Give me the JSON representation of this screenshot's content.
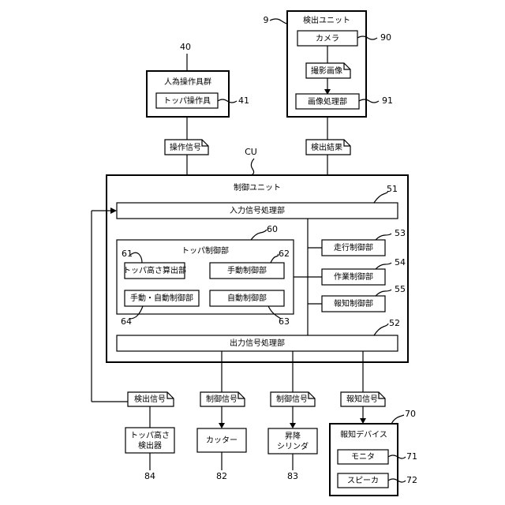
{
  "human_tools": {
    "number": "40",
    "title": "人為操作具群",
    "tool": "トッパ操作具",
    "tool_number": "41"
  },
  "detection_unit": {
    "number": "9",
    "title": "検出ユニット",
    "camera": "カメラ",
    "camera_number": "90",
    "image": "撮影画像",
    "image_proc": "画像処理部",
    "image_proc_number": "91"
  },
  "signals": {
    "operation_signal": "操作信号",
    "detection_result": "検出結果"
  },
  "control_unit": {
    "cu_label": "CU",
    "title": "制御ユニット",
    "input_proc": "入力信号処理部",
    "input_proc_number": "51",
    "output_proc": "出力信号処理部",
    "output_proc_number": "52",
    "topper_group": "トッパ制御部",
    "topper_group_number": "60",
    "height_calc": "トッパ高さ算出部",
    "height_calc_number": "61",
    "manual_ctrl": "手動制御部",
    "manual_ctrl_number": "62",
    "auto_ctrl": "自動制御部",
    "auto_ctrl_number": "63",
    "manual_auto_ctrl": "手動・自動制御部",
    "manual_auto_ctrl_number": "64",
    "travel_ctrl": "走行制御部",
    "travel_ctrl_number": "53",
    "work_ctrl": "作業制御部",
    "work_ctrl_number": "54",
    "notify_ctrl": "報知制御部",
    "notify_ctrl_number": "55"
  },
  "outputs": {
    "detect_signal": "検出信号",
    "control_signal_1": "制御信号",
    "control_signal_2": "制御信号",
    "notify_signal": "報知信号",
    "sensor_line1": "トッパ高さ",
    "sensor_line2": "検出器",
    "sensor_number": "84",
    "cutter": "カッター",
    "cutter_number": "82",
    "cylinder_line1": "昇降",
    "cylinder_line2": "シリンダ",
    "cylinder_number": "83",
    "notify_device": "報知デバイス",
    "notify_device_number": "70",
    "monitor": "モニタ",
    "monitor_number": "71",
    "speaker": "スピーカ",
    "speaker_number": "72"
  }
}
